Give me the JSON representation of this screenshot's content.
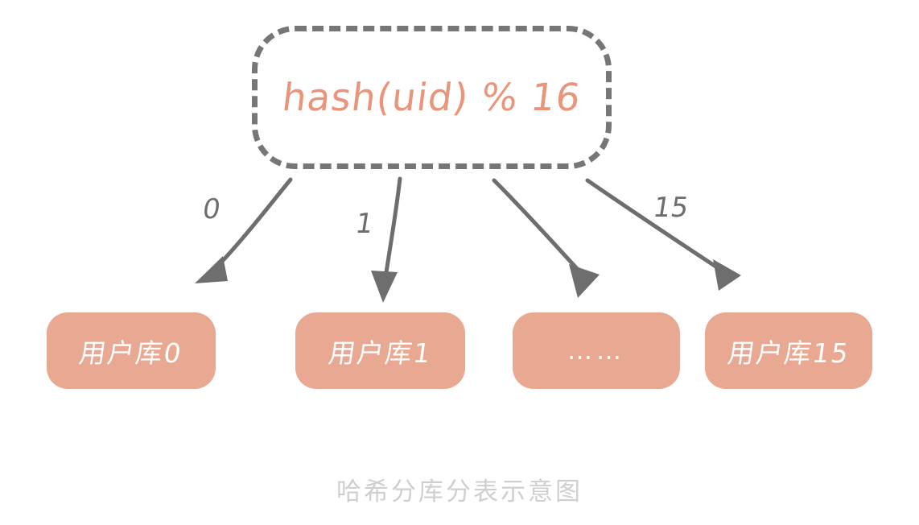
{
  "diagram": {
    "caption": "哈希分库分表示意图",
    "hash_node": {
      "label": "hash(uid) % 16",
      "border_color": "#767676",
      "text_color": "#E8957C",
      "border_style": "dashed"
    },
    "arrows": [
      {
        "label": "0",
        "from": "hash-node",
        "to": "用户库0"
      },
      {
        "label": "1",
        "from": "hash-node",
        "to": "用户库1"
      },
      {
        "label": "",
        "from": "hash-node",
        "to": "……"
      },
      {
        "label": "15",
        "from": "hash-node",
        "to": "用户库15"
      }
    ],
    "shards": [
      {
        "label": "用户库0",
        "fill": "#E9A892",
        "text_color": "#FFFFFF"
      },
      {
        "label": "用户库1",
        "fill": "#E9A892",
        "text_color": "#FFFFFF"
      },
      {
        "label": "……",
        "fill": "#E9A892",
        "text_color": "#FFFFFF"
      },
      {
        "label": "用户库15",
        "fill": "#E9A892",
        "text_color": "#FFFFFF"
      }
    ],
    "colors": {
      "background": "#FFFFFF",
      "shard_fill": "#E9A892",
      "arrow_gray": "#6E6E6E",
      "caption_gray": "#CFCFCF"
    }
  }
}
